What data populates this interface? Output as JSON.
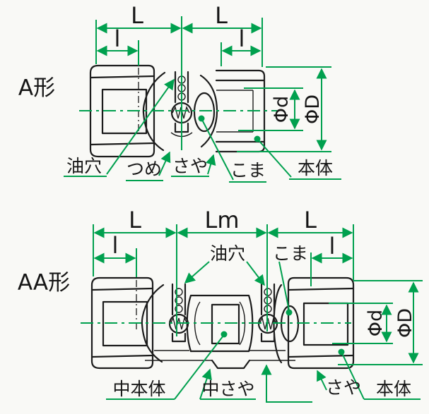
{
  "figure": {
    "colors": {
      "accent_green": "#00a04e",
      "line": "#1c1c1c",
      "background": "#f9f9f6"
    },
    "diagram_a": {
      "type_label": "A形",
      "dims": {
        "L_left": "L",
        "L_right": "L",
        "l_left": "l",
        "l_right": "l",
        "phi_d": "Φd",
        "phi_D": "ΦD"
      },
      "parts": {
        "oil_hole": "油穴",
        "claw": "つめ",
        "sheath": "さや",
        "koma": "こま",
        "body": "本体"
      }
    },
    "diagram_aa": {
      "type_label": "AA形",
      "dims": {
        "L_left": "L",
        "Lm": "Lm",
        "L_right": "L",
        "l_left": "l",
        "l_right": "l",
        "phi_d": "Φd",
        "phi_D": "ΦD"
      },
      "parts": {
        "oil_hole": "油穴",
        "koma": "こま",
        "middle_body": "中本体",
        "middle_sheath": "中さや",
        "sheath": "さや",
        "body": "本体"
      }
    }
  }
}
